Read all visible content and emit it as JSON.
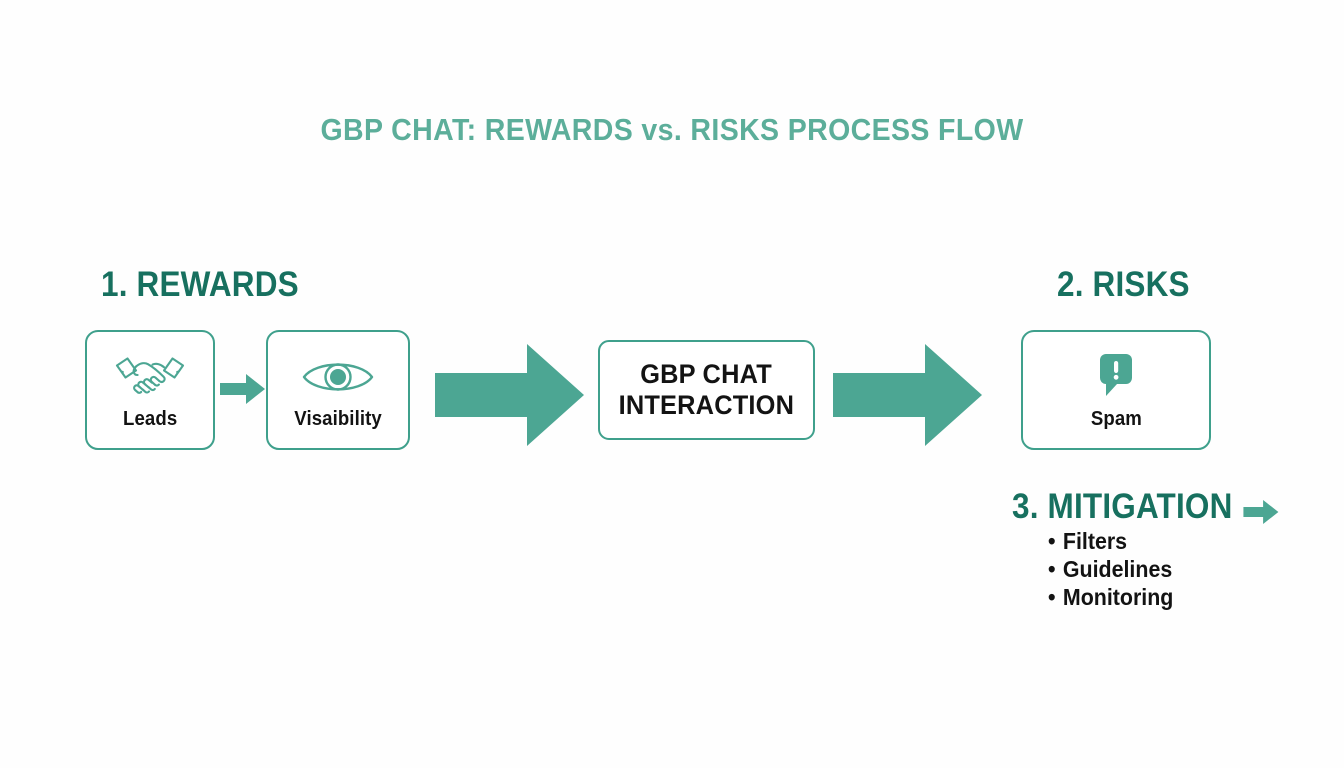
{
  "title": "GBP CHAT: REWARDS vs. RISKS PROCESS FLOW",
  "colors": {
    "background": "#fefefe",
    "title_teal": "#5cae9a",
    "heading_teal": "#17705f",
    "accent_teal": "#45a490",
    "card_border": "#3fa08c",
    "text_black": "#131313"
  },
  "sections": {
    "rewards": {
      "heading": "1. REWARDS",
      "cards": [
        {
          "label": "Leads",
          "icon": "handshake-icon"
        },
        {
          "label": "Visaibility",
          "icon": "eye-icon"
        }
      ],
      "connector_icon": "arrow-right-small-icon"
    },
    "process": {
      "box_line1": "GBP CHAT",
      "box_line2": "INTERACTION",
      "inbound_arrow_icon": "arrow-right-large-icon",
      "outbound_arrow_icon": "arrow-right-large-icon"
    },
    "risks": {
      "heading": "2. RISKS",
      "cards": [
        {
          "label": "Spam",
          "icon": "speech-bubble-alert-icon"
        }
      ]
    },
    "mitigation": {
      "heading": "3. MITIGATION",
      "arrow_icon": "arrow-right-small-icon",
      "items": [
        "Filters",
        "Guidelines",
        "Monitoring"
      ],
      "bullet_char": "•"
    }
  }
}
